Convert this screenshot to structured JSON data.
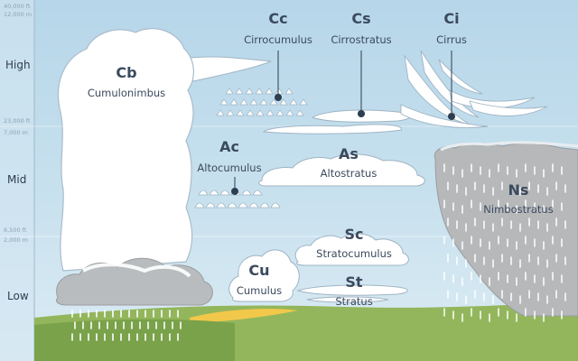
{
  "altitude_scale": {
    "bands": [
      {
        "label": "High"
      },
      {
        "label": "Mid"
      },
      {
        "label": "Low"
      }
    ],
    "altitudes": [
      {
        "ft": "40,000 ft",
        "m": "12,000 m"
      },
      {
        "ft": "23,000 ft",
        "m": "7,000 m"
      },
      {
        "ft": "6,500 ft",
        "m": "2,000 m"
      }
    ]
  },
  "clouds": [
    {
      "abbr": "Cc",
      "name": "Cirrocumulus"
    },
    {
      "abbr": "Cs",
      "name": "Cirrostratus"
    },
    {
      "abbr": "Ci",
      "name": "Cirrus"
    },
    {
      "abbr": "Cb",
      "name": "Cumulonimbus"
    },
    {
      "abbr": "Ac",
      "name": "Altocumulus"
    },
    {
      "abbr": "As",
      "name": "Altostratus"
    },
    {
      "abbr": "Ns",
      "name": "Nimbostratus"
    },
    {
      "abbr": "Sc",
      "name": "Stratocumulus"
    },
    {
      "abbr": "Cu",
      "name": "Cumulus"
    },
    {
      "abbr": "St",
      "name": "Stratus"
    }
  ],
  "colors": {
    "sky_high": "#b9d8ea",
    "sky_mid": "#c9e2ef",
    "sky_low": "#d9ebf3",
    "cloud": "#ffffff",
    "cloud_outline": "#9fb4c4",
    "rain_cloud": "#b9bbbd",
    "ground": "#8db157",
    "field": "#f2c84b",
    "text": "#3b4a5e"
  }
}
